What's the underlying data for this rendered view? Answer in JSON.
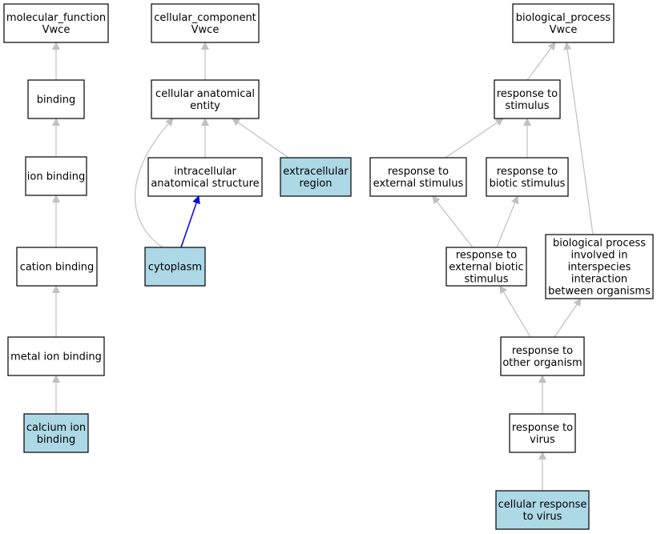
{
  "colors": {
    "node_fill": "#ffffff",
    "highlight_fill": "#add8e6",
    "edge_gray": "#c0c0c0",
    "edge_blue": "#0000ee",
    "border": "#000000"
  },
  "nodes": [
    {
      "id": "mf",
      "lines": [
        "molecular_function",
        "Vwce"
      ],
      "highlight": false
    },
    {
      "id": "binding",
      "lines": [
        "binding"
      ],
      "highlight": false
    },
    {
      "id": "ion_binding",
      "lines": [
        "ion binding"
      ],
      "highlight": false
    },
    {
      "id": "cation_binding",
      "lines": [
        "cation binding"
      ],
      "highlight": false
    },
    {
      "id": "metal_ion_binding",
      "lines": [
        "metal ion binding"
      ],
      "highlight": false
    },
    {
      "id": "calcium_ion_binding",
      "lines": [
        "calcium ion",
        "binding"
      ],
      "highlight": true
    },
    {
      "id": "cc",
      "lines": [
        "cellular_component",
        "Vwce"
      ],
      "highlight": false
    },
    {
      "id": "cae",
      "lines": [
        "cellular anatomical",
        "entity"
      ],
      "highlight": false
    },
    {
      "id": "ias",
      "lines": [
        "intracellular",
        "anatomical structure"
      ],
      "highlight": false
    },
    {
      "id": "ecr",
      "lines": [
        "extracellular",
        "region"
      ],
      "highlight": true
    },
    {
      "id": "cytoplasm",
      "lines": [
        "cytoplasm"
      ],
      "highlight": true
    },
    {
      "id": "bp",
      "lines": [
        "biological_process",
        "Vwce"
      ],
      "highlight": false
    },
    {
      "id": "rts",
      "lines": [
        "response to",
        "stimulus"
      ],
      "highlight": false
    },
    {
      "id": "res",
      "lines": [
        "response to",
        "external stimulus"
      ],
      "highlight": false
    },
    {
      "id": "rbs",
      "lines": [
        "response to",
        "biotic stimulus"
      ],
      "highlight": false
    },
    {
      "id": "rebs",
      "lines": [
        "response to",
        "external biotic",
        "stimulus"
      ],
      "highlight": false
    },
    {
      "id": "bpii",
      "lines": [
        "biological process",
        "involved in",
        "interspecies",
        "interaction",
        "between organisms"
      ],
      "highlight": false
    },
    {
      "id": "roo",
      "lines": [
        "response to",
        "other organism"
      ],
      "highlight": false
    },
    {
      "id": "rtv",
      "lines": [
        "response to",
        "virus"
      ],
      "highlight": false
    },
    {
      "id": "crv",
      "lines": [
        "cellular response",
        "to virus"
      ],
      "highlight": true
    }
  ],
  "edges": [
    {
      "from": "binding",
      "to": "mf",
      "style": "gray"
    },
    {
      "from": "ion_binding",
      "to": "binding",
      "style": "gray"
    },
    {
      "from": "cation_binding",
      "to": "ion_binding",
      "style": "gray"
    },
    {
      "from": "metal_ion_binding",
      "to": "cation_binding",
      "style": "gray"
    },
    {
      "from": "calcium_ion_binding",
      "to": "metal_ion_binding",
      "style": "gray"
    },
    {
      "from": "cae",
      "to": "cc",
      "style": "gray"
    },
    {
      "from": "ias",
      "to": "cae",
      "style": "gray"
    },
    {
      "from": "ecr",
      "to": "cae",
      "style": "gray"
    },
    {
      "from": "cytoplasm",
      "to": "cae",
      "style": "gray"
    },
    {
      "from": "cytoplasm",
      "to": "ias",
      "style": "blue"
    },
    {
      "from": "rts",
      "to": "bp",
      "style": "gray"
    },
    {
      "from": "res",
      "to": "rts",
      "style": "gray"
    },
    {
      "from": "rbs",
      "to": "rts",
      "style": "gray"
    },
    {
      "from": "rebs",
      "to": "res",
      "style": "gray"
    },
    {
      "from": "rebs",
      "to": "rbs",
      "style": "gray"
    },
    {
      "from": "bpii",
      "to": "bp",
      "style": "gray"
    },
    {
      "from": "roo",
      "to": "rebs",
      "style": "gray"
    },
    {
      "from": "roo",
      "to": "bpii",
      "style": "gray"
    },
    {
      "from": "rtv",
      "to": "roo",
      "style": "gray"
    },
    {
      "from": "crv",
      "to": "rtv",
      "style": "gray"
    }
  ]
}
